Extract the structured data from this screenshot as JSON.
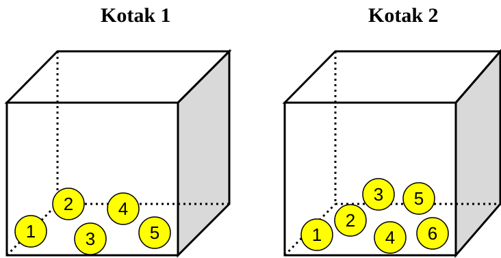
{
  "boxes": [
    {
      "title": "Kotak 1",
      "balls": [
        "1",
        "2",
        "3",
        "4",
        "5"
      ]
    },
    {
      "title": "Kotak 2",
      "balls": [
        "1",
        "2",
        "3",
        "4",
        "5",
        "6"
      ]
    }
  ],
  "colors": {
    "ball_fill": "#ffff00",
    "side_face": "#d9d9d9",
    "line": "#000000"
  }
}
